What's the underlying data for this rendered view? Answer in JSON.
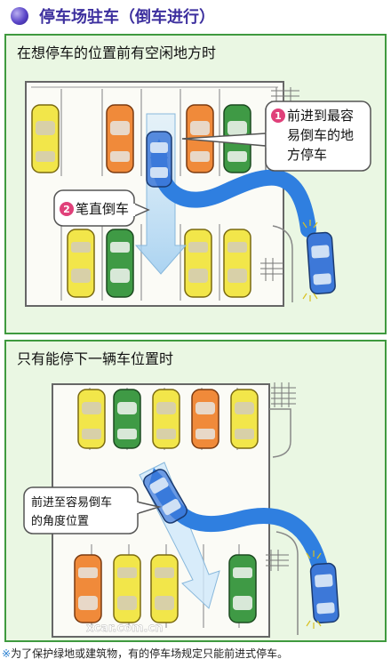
{
  "header": {
    "title": "停车场驻车（倒车进行）"
  },
  "panel1": {
    "title": "在想停车的位置前有空闲地方时",
    "callout1": {
      "number": "1",
      "lines": [
        "前进到最容",
        "易倒车的地",
        "方停车"
      ]
    },
    "callout2": {
      "number": "2",
      "label": "笔直倒车"
    }
  },
  "panel2": {
    "title": "只有能停下一辆车位置时",
    "callout": {
      "lines": [
        "前进至容易倒车",
        "的角度位置"
      ]
    }
  },
  "footnote": {
    "mark": "※",
    "text": "为了保护绿地或建筑物，有的停车场规定只能前进式停车。"
  },
  "watermark": "xcar.com.cn",
  "colors": {
    "accent": "#3c2f9e",
    "panel_bg": "#eaf7e3",
    "panel_border": "#3f9a3f",
    "path": "#2f7fe0",
    "car_moving": "#3d78d8",
    "car_yellow": "#f2e64a",
    "car_orange": "#f08a3a",
    "car_green": "#3f9a45",
    "callout_number": "#e0407a"
  }
}
